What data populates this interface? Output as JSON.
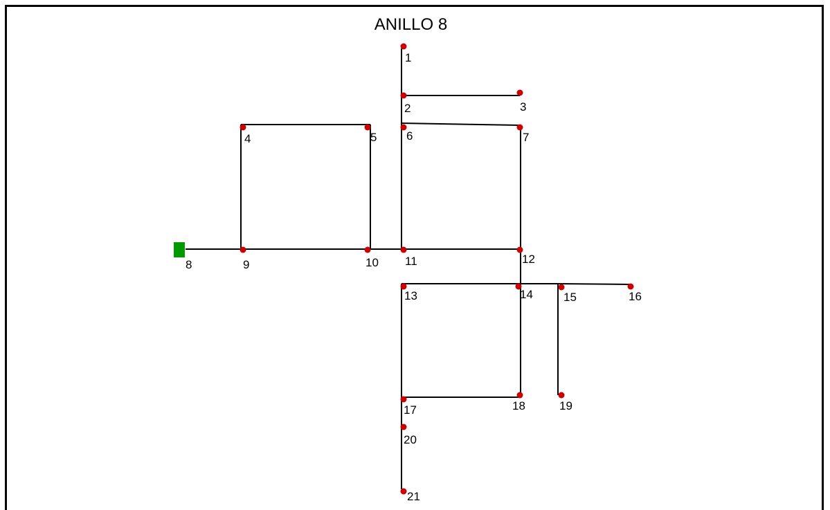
{
  "title": "ANILLO 8",
  "colors": {
    "node": "#cc0000",
    "source": "#009900",
    "pipe": "#000000"
  },
  "source": {
    "label": "8"
  },
  "nodes": [
    "1",
    "2",
    "3",
    "4",
    "5",
    "6",
    "7",
    "9",
    "10",
    "11",
    "12",
    "13",
    "14",
    "15",
    "16",
    "17",
    "18",
    "19",
    "20",
    "21"
  ],
  "pipes": [
    [
      "1",
      "2"
    ],
    [
      "2",
      "3"
    ],
    [
      "2",
      "6"
    ],
    [
      "6",
      "7"
    ],
    [
      "4",
      "5"
    ],
    [
      "4",
      "9"
    ],
    [
      "5",
      "10"
    ],
    [
      "8",
      "9"
    ],
    [
      "9",
      "10"
    ],
    [
      "10",
      "11"
    ],
    [
      "6",
      "11"
    ],
    [
      "11",
      "12"
    ],
    [
      "7",
      "12"
    ],
    [
      "12",
      "14"
    ],
    [
      "13",
      "14"
    ],
    [
      "14",
      "15"
    ],
    [
      "15",
      "16"
    ],
    [
      "13",
      "17"
    ],
    [
      "17",
      "18"
    ],
    [
      "14",
      "18"
    ],
    [
      "15",
      "19"
    ],
    [
      "17",
      "20"
    ],
    [
      "20",
      "21"
    ]
  ]
}
